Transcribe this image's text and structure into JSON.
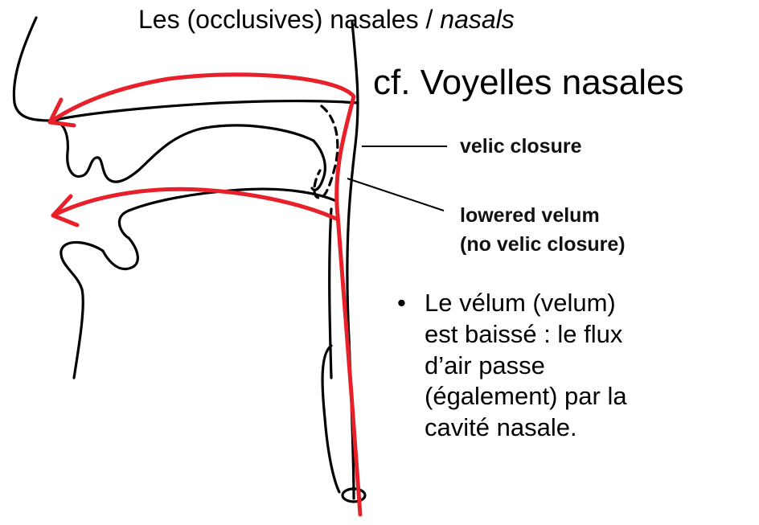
{
  "title": {
    "prefix": "Les (occlusives) nasales / ",
    "italic": "nasals"
  },
  "subtitle": "cf. Voyelles nasales",
  "labels": {
    "velic_closure": "velic closure",
    "lowered_velum_1": "lowered velum",
    "lowered_velum_2": "(no velic closure)"
  },
  "bullet": {
    "marker": "•",
    "line1": "Le vélum (velum)",
    "line2": "est baissé : le flux",
    "line3": "d’air passe",
    "line4": "(également) par la",
    "line5": "cavité nasale."
  },
  "colors": {
    "airflow": "#e8202a",
    "outline": "#000000"
  }
}
